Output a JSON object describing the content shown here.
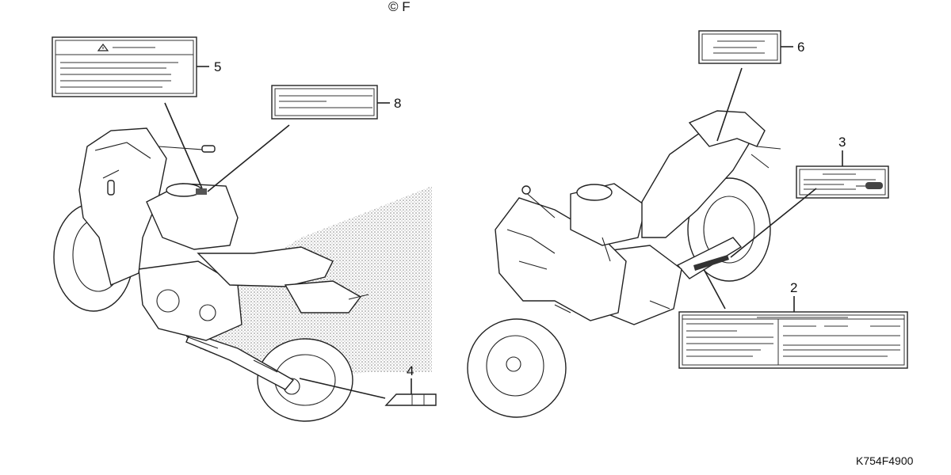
{
  "top_partial_text": "© F",
  "callouts": {
    "c2": "2",
    "c3": "3",
    "c4": "4",
    "c5": "5",
    "c6": "6",
    "c8": "8"
  },
  "diagram_code": "K754F4900",
  "icons": {
    "warning": "warning-triangle-icon"
  }
}
